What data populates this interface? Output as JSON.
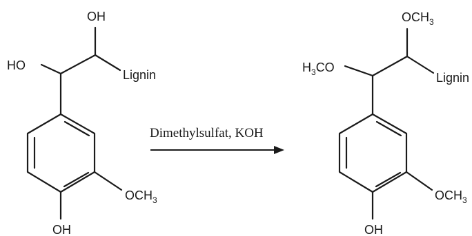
{
  "reactant": {
    "top_oh": "OH",
    "left_ho": "HO",
    "lignin": "Lignin",
    "methoxy": "OCH",
    "methoxy_sub": "3",
    "bottom_oh": "OH"
  },
  "reaction": {
    "reagents": "Dimethylsulfat, KOH"
  },
  "product": {
    "top_methoxy": "OCH",
    "top_methoxy_sub": "3",
    "left_methoxy_prefix": "H",
    "left_methoxy_sub": "3",
    "left_methoxy_suffix": "CO",
    "lignin": "Lignin",
    "methoxy": "OCH",
    "methoxy_sub": "3",
    "bottom_oh": "OH"
  }
}
